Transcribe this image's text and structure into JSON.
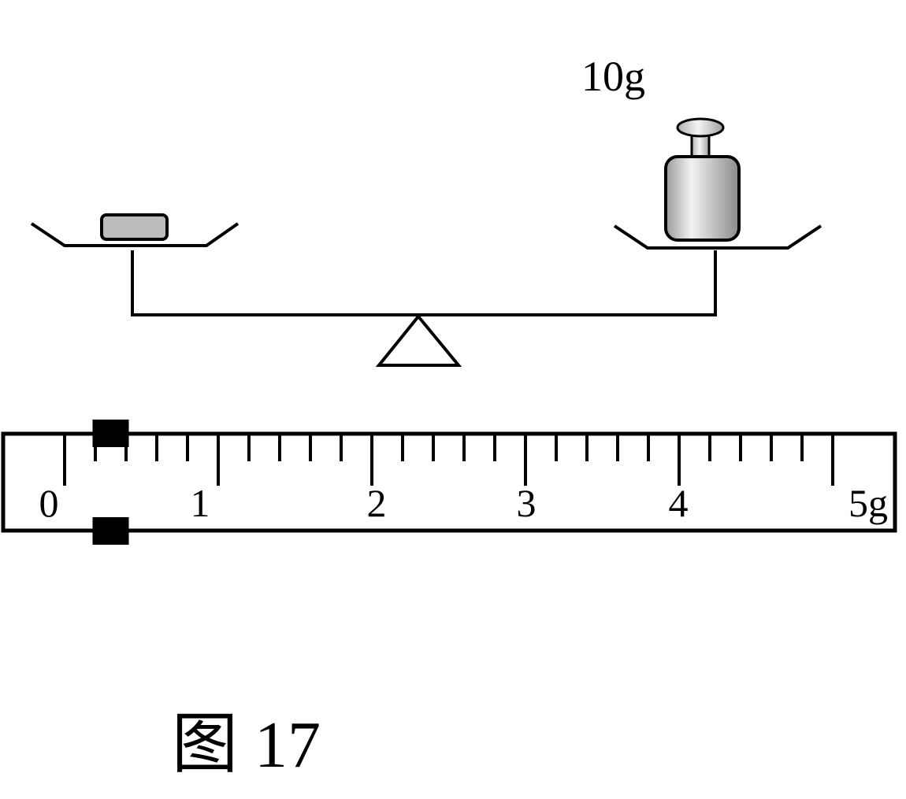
{
  "weight": {
    "label": "10g"
  },
  "scale": {
    "labels": [
      "0",
      "1",
      "2",
      "3",
      "4",
      "5g"
    ],
    "rider_value": 0.3
  },
  "caption": {
    "text": "图 17"
  }
}
